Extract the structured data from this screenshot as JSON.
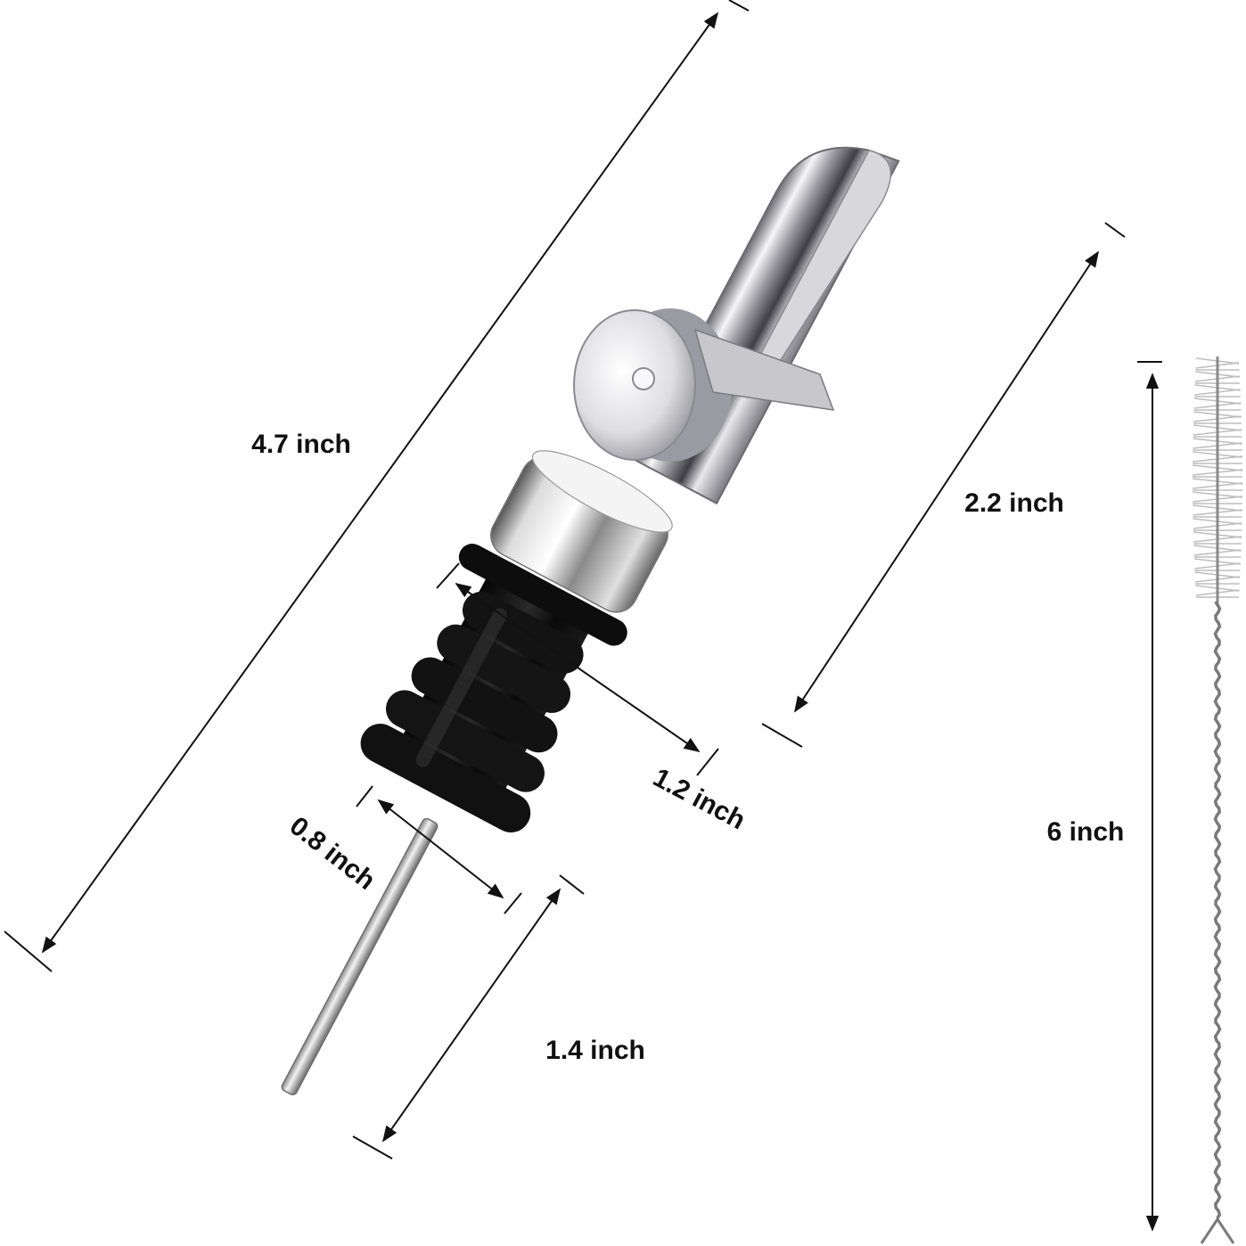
{
  "dimensions": {
    "overall_length": "4.7 inch",
    "spout_length": "2.2 inch",
    "stopper_width": "1.2 inch",
    "stopper_tip_width": "0.8 inch",
    "air_tube_length": "1.4 inch",
    "brush_length": "6 inch"
  },
  "colors": {
    "chrome_light": "#f4f4f6",
    "chrome_dark": "#4a4a50",
    "rubber": "#111111",
    "line": "#111111"
  }
}
